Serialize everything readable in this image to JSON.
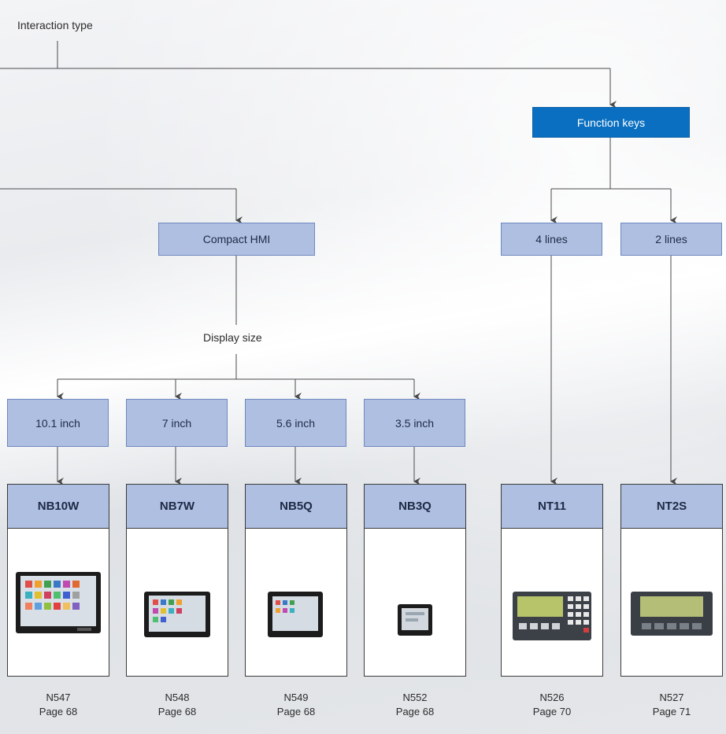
{
  "labels": {
    "interaction_type": "Interaction type",
    "display_size": "Display size"
  },
  "boxes": {
    "function_keys": "Function keys",
    "compact_hmi": "Compact HMI",
    "four_lines": "4 lines",
    "two_lines": "2 lines",
    "size_10": "10.1 inch",
    "size_7": "7 inch",
    "size_56": "5.6 inch",
    "size_35": "3.5 inch"
  },
  "products": [
    {
      "model": "NB10W",
      "code": "N547",
      "page": "Page 68",
      "image": "touchscreen-hmi-large"
    },
    {
      "model": "NB7W",
      "code": "N548",
      "page": "Page 68",
      "image": "touchscreen-hmi-medium"
    },
    {
      "model": "NB5Q",
      "code": "N549",
      "page": "Page 68",
      "image": "touchscreen-hmi-small"
    },
    {
      "model": "NB3Q",
      "code": "N552",
      "page": "Page 68",
      "image": "touchscreen-hmi-tiny"
    },
    {
      "model": "NT11",
      "code": "N526",
      "page": "Page 70",
      "image": "keypad-terminal"
    },
    {
      "model": "NT2S",
      "code": "N527",
      "page": "Page 71",
      "image": "text-display-terminal"
    }
  ]
}
